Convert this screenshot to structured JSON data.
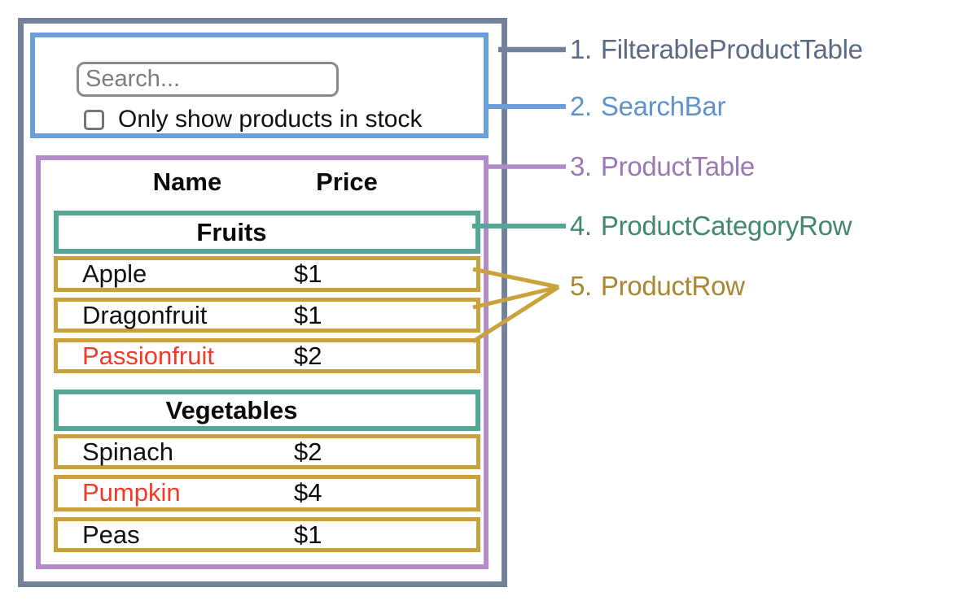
{
  "diagram": {
    "search_bar": {
      "search_placeholder": "Search...",
      "checkbox_label": "Only show products in stock"
    },
    "table": {
      "columns": [
        "Name",
        "Price"
      ],
      "sections": [
        {
          "category": "Fruits",
          "rows": [
            {
              "name": "Apple",
              "price": "$1",
              "name_color": "#111111"
            },
            {
              "name": "Dragonfruit",
              "price": "$1",
              "name_color": "#111111"
            },
            {
              "name": "Passionfruit",
              "price": "$2",
              "name_color": "#f23a2a"
            }
          ]
        },
        {
          "category": "Vegetables",
          "rows": [
            {
              "name": "Spinach",
              "price": "$2",
              "name_color": "#111111"
            },
            {
              "name": "Pumpkin",
              "price": "$4",
              "name_color": "#f23a2a"
            },
            {
              "name": "Peas",
              "price": "$1",
              "name_color": "#111111"
            }
          ]
        }
      ]
    }
  },
  "legend": {
    "items": [
      {
        "number": "1.",
        "name": "FilterableProductTable",
        "color": "#5a6a85"
      },
      {
        "number": "2.",
        "name": "SearchBar",
        "color": "#5d92cc"
      },
      {
        "number": "3.",
        "name": "ProductTable",
        "color": "#9a77b5"
      },
      {
        "number": "4.",
        "name": "ProductCategoryRow",
        "color": "#42876f"
      },
      {
        "number": "5.",
        "name": "ProductRow",
        "color": "#a9862f"
      }
    ]
  },
  "colors": {
    "outer_border": "#74819b",
    "search_bar_border": "#6c9ed9",
    "product_table_border": "#b18cc8",
    "category_border": "#55a795",
    "row_border": "#c9a23c",
    "out_of_stock_text": "#f23a2a"
  }
}
